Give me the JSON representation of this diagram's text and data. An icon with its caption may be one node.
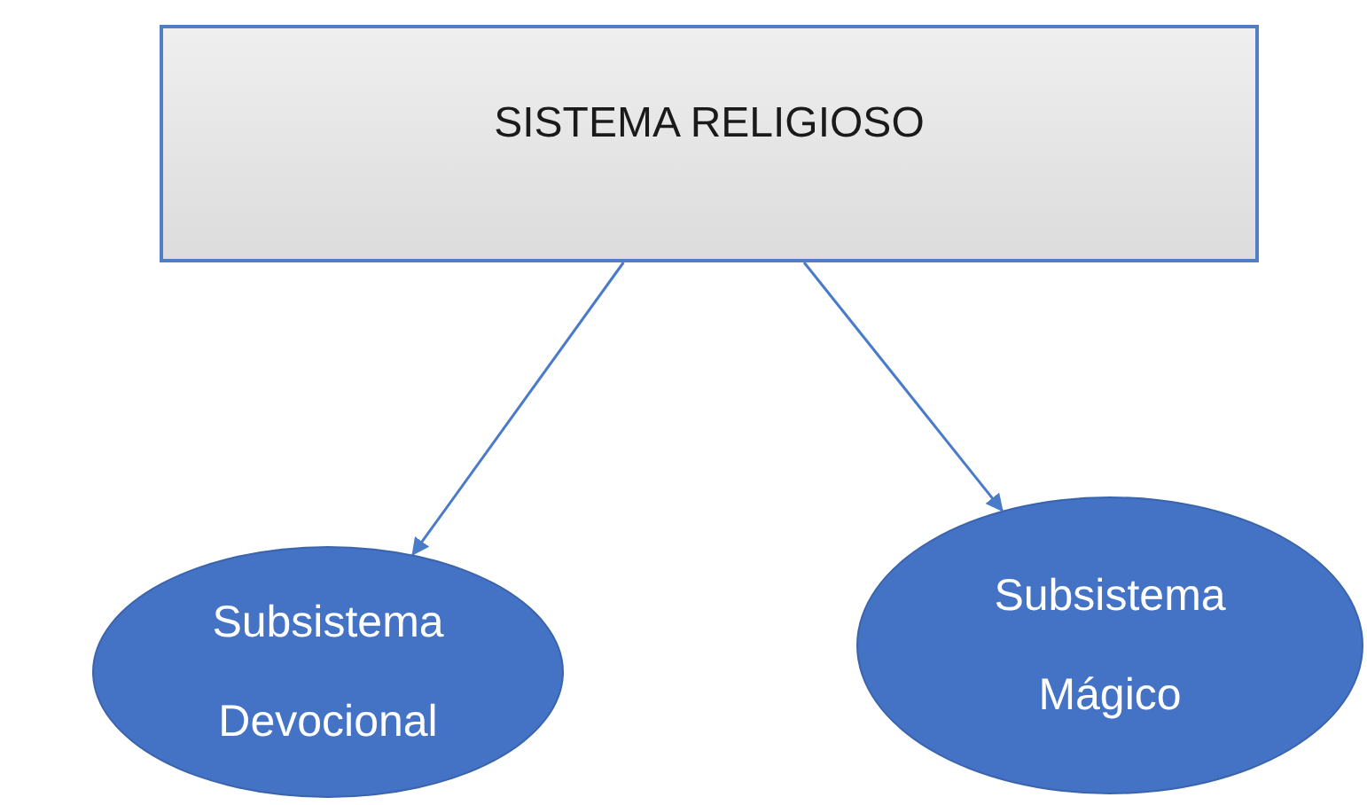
{
  "diagram": {
    "nodes": [
      {
        "text": [
          "SISTEMA RELIGIOSO"
        ]
      },
      {
        "text": [
          "Subsistema Devocional"
        ]
      },
      {
        "text": [
          "Subsistema Mágico"
        ]
      }
    ],
    "edges": [
      {
        "from": 0,
        "to": 1,
        "arrow": "to"
      },
      {
        "from": 0,
        "to": 2,
        "arrow": "to"
      }
    ]
  }
}
